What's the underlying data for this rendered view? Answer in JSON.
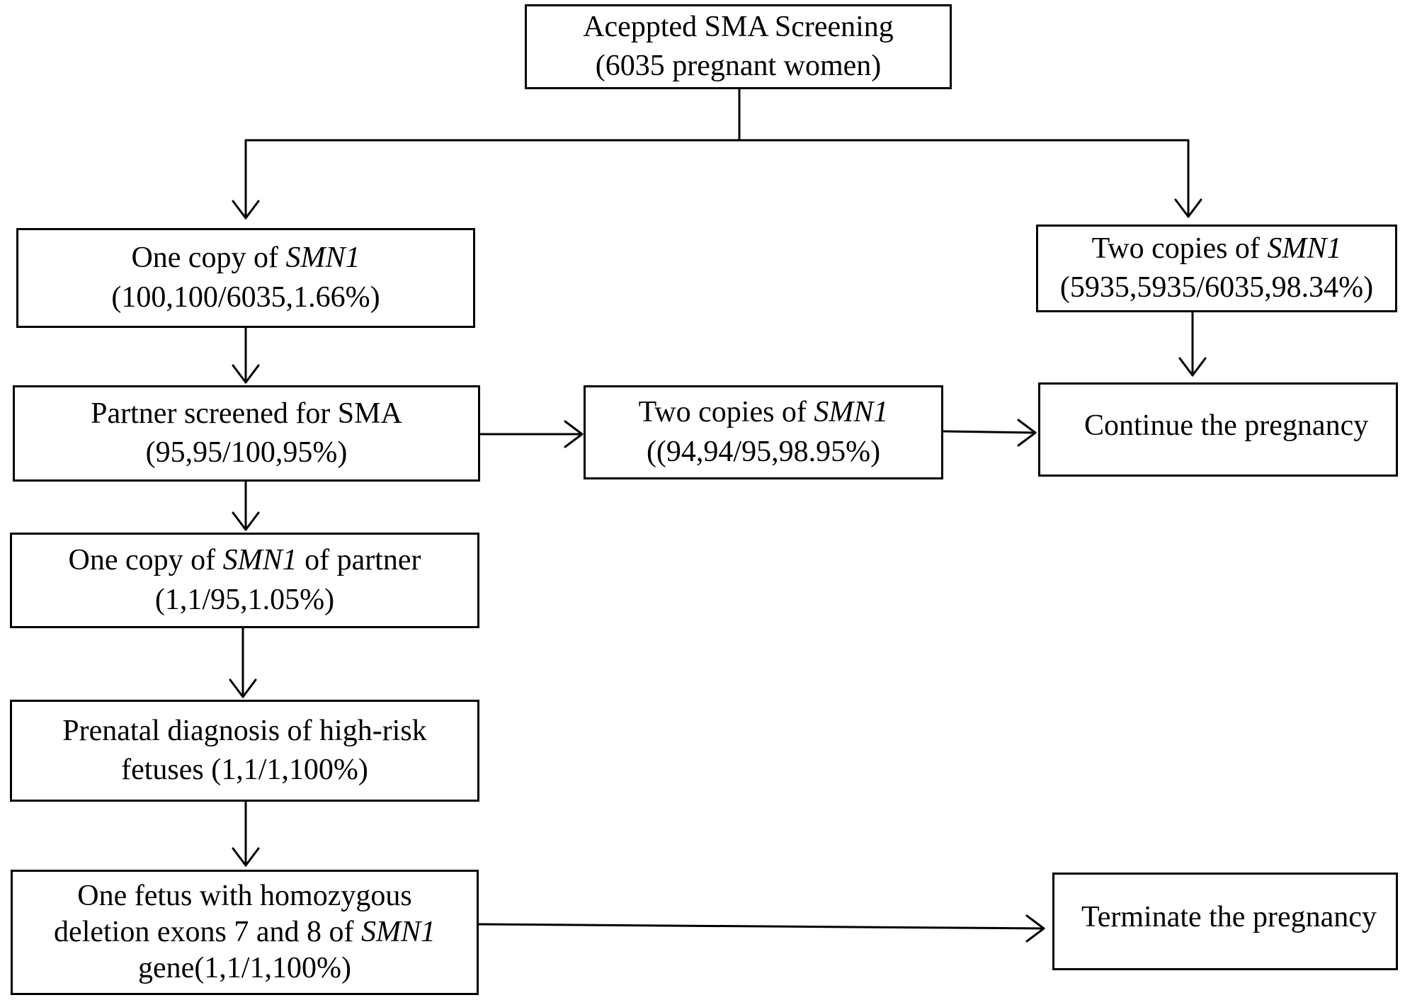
{
  "flowchart": {
    "start": {
      "line1": "Aceppted SMA Screening",
      "line2": "(6035 pregnant women)"
    },
    "one_copy": {
      "prefix": "One copy of ",
      "gene": "SMN1",
      "stats": "(100,100/6035,1.66%)"
    },
    "two_copies_women": {
      "prefix": "Two copies of ",
      "gene": "SMN1",
      "stats": "(5935,5935/6035,98.34%)"
    },
    "partner_screened": {
      "line1": "Partner screened for SMA",
      "stats": "(95,95/100,95%)"
    },
    "partner_two_copies": {
      "prefix": "Two copies of ",
      "gene": "SMN1",
      "stats": "((94,94/95,98.95%)"
    },
    "continue": {
      "label": "Continue the pregnancy"
    },
    "partner_one_copy": {
      "prefix": "One copy of ",
      "gene": "SMN1",
      "suffix": " of partner",
      "stats": "(1,1/95,1.05%)"
    },
    "prenatal": {
      "line1": "Prenatal diagnosis of high-risk",
      "line2": "fetuses (1,1/1,100%)"
    },
    "fetus": {
      "line1": "One fetus with homozygous",
      "line2_prefix": "deletion exons 7 and 8 of ",
      "gene": "SMN1",
      "line3": "gene(1,1/1,100%)"
    },
    "terminate": {
      "label": "Terminate the pregnancy"
    }
  }
}
